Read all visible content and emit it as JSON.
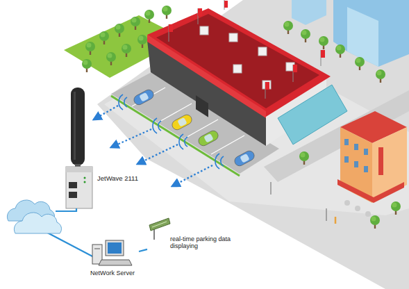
{
  "diagram": {
    "nodes": [
      {
        "text": [
          "JetWave 2111"
        ]
      },
      {
        "text": [
          "NetWork Server"
        ]
      },
      {
        "text": [
          "real-time parking data displaying"
        ]
      }
    ],
    "edges": [
      {
        "from": 1,
        "to": 2,
        "arrow": "none"
      }
    ]
  }
}
